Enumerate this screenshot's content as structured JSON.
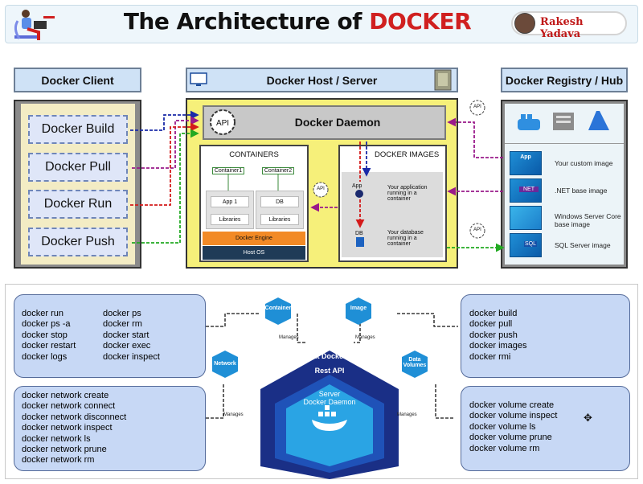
{
  "header": {
    "title_prefix": "The Architecture of ",
    "title_highlight": "DOCKER",
    "author": "Rakesh Yadava"
  },
  "sections": {
    "client": "Docker Client",
    "host": "Docker Host / Server",
    "registry": "Docker Registry / Hub"
  },
  "client_commands": [
    "Docker Build",
    "Docker Pull",
    "Docker Run",
    "Docker Push"
  ],
  "host": {
    "daemon": "Docker Daemon",
    "api": "API",
    "containers_title": "CONTAINERS",
    "container1": "Container1",
    "container2": "Container2",
    "app1": "App 1",
    "db": "DB",
    "libraries": "Libraries",
    "engine": "Docker Engine",
    "os": "Host OS",
    "images_title": "DOCKER IMAGES",
    "image_app_label": "App",
    "image_app_desc": "Your application running in a container",
    "image_db_label": "DB",
    "image_db_desc": "Your database running in a container"
  },
  "registry": {
    "items": [
      {
        "badge": "App",
        "label": "Your custom image"
      },
      {
        "badge": "NET",
        "label": ".NET base image"
      },
      {
        "badge": "",
        "label": "Windows Server Core base image"
      },
      {
        "badge": "SQL",
        "label": "SQL Server image"
      }
    ]
  },
  "bottom": {
    "container_cmds_left": [
      "docker run",
      "docker ps -a",
      "docker stop",
      "docker restart",
      "docker logs"
    ],
    "container_cmds_right": [
      "docker ps",
      "docker rm",
      "docker start",
      "docker exec",
      "docker inspect"
    ],
    "network_cmds": [
      "docker network create",
      "docker network connect",
      "docker network disconnect",
      "docker network inspect",
      "docker network ls",
      "docker network prune",
      "docker network rm"
    ],
    "image_cmds": [
      "docker build",
      "docker pull",
      "docker push",
      "docker images",
      "docker rmi"
    ],
    "volume_cmds": [
      "docker volume create",
      "docker volume inspect",
      "docker volume ls",
      "docker volume prune",
      "docker volume rm"
    ],
    "hex_container": "Container",
    "hex_image": "Image",
    "hex_network": "Network",
    "hex_volumes": "Data Volumes",
    "cli": "Client Docker CLI",
    "rest": "Rest API",
    "server": "Server",
    "server_daemon": "Docker Daemon",
    "manages": "Manages"
  },
  "colors": {
    "title_red": "#d02020",
    "host_yellow": "#f6f07a",
    "engine_orange": "#f28a26",
    "os_navy": "#1f3b57",
    "hex_blue": "#1f8fd6",
    "hex_navy": "#1a2f86"
  }
}
